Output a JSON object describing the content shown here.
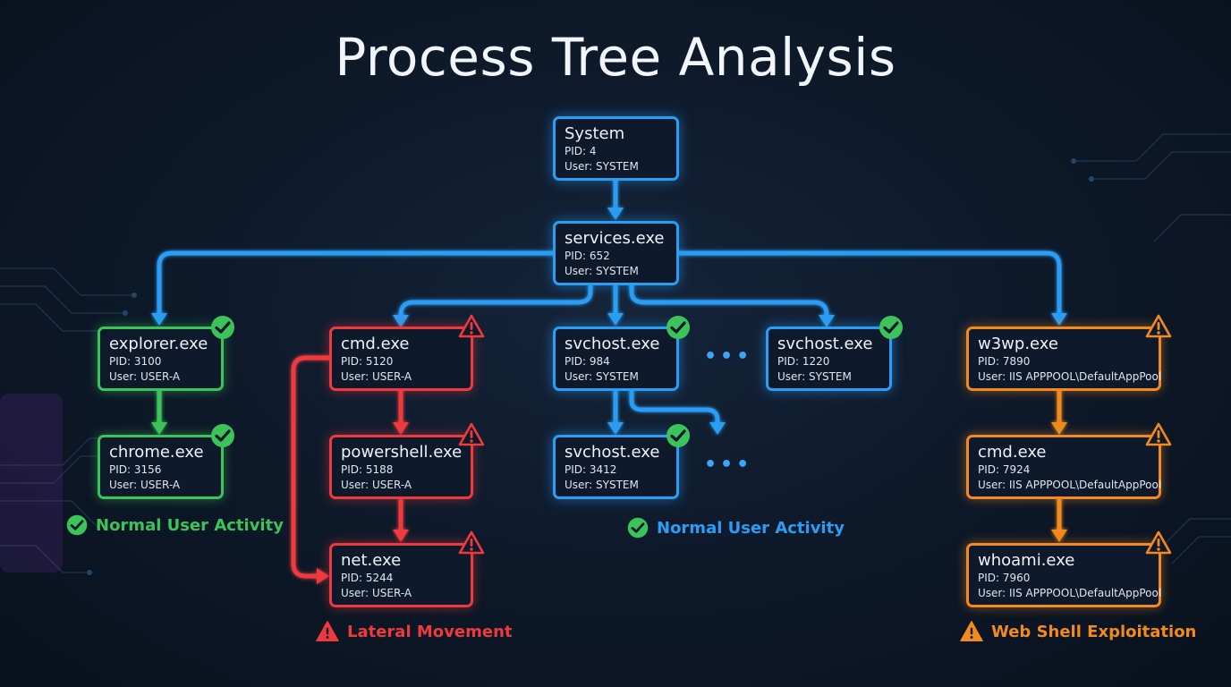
{
  "title": "Process Tree Analysis",
  "colors": {
    "normal": "#3cc45a",
    "system": "#2a9df4",
    "lateral": "#ef3a3d",
    "webshell": "#f28a1f"
  },
  "nodes": {
    "system": {
      "name": "System",
      "pid": "PID: 4",
      "user": "User: SYSTEM"
    },
    "services": {
      "name": "services.exe",
      "pid": "PID: 652",
      "user": "User: SYSTEM"
    },
    "explorer": {
      "name": "explorer.exe",
      "pid": "PID: 3100",
      "user": "User: USER-A",
      "status_icon": "check-icon"
    },
    "chrome": {
      "name": "chrome.exe",
      "pid": "PID: 3156",
      "user": "User: USER-A",
      "status_icon": "check-icon"
    },
    "cmd_a": {
      "name": "cmd.exe",
      "pid": "PID: 5120",
      "user": "User: USER-A",
      "status_icon": "warning-icon"
    },
    "powershell": {
      "name": "powershell.exe",
      "pid": "PID: 5188",
      "user": "User: USER-A",
      "status_icon": "warning-icon"
    },
    "net": {
      "name": "net.exe",
      "pid": "PID: 5244",
      "user": "User: USER-A",
      "status_icon": "warning-icon"
    },
    "svchost_984": {
      "name": "svchost.exe",
      "pid": "PID: 984",
      "user": "User: SYSTEM",
      "status_icon": "check-icon"
    },
    "svchost_3412": {
      "name": "svchost.exe",
      "pid": "PID: 3412",
      "user": "User: SYSTEM",
      "status_icon": "check-icon"
    },
    "svchost_1220": {
      "name": "svchost.exe",
      "pid": "PID: 1220",
      "user": "User: SYSTEM",
      "status_icon": "check-icon"
    },
    "w3wp": {
      "name": "w3wp.exe",
      "pid": "PID: 7890",
      "user": "User: IIS APPPOOL\\DefaultAppPool",
      "status_icon": "warning-icon"
    },
    "cmd_iis": {
      "name": "cmd.exe",
      "pid": "PID: 7924",
      "user": "User: IIS APPPOOL\\DefaultAppPool",
      "status_icon": "warning-icon"
    },
    "whoami": {
      "name": "whoami.exe",
      "pid": "PID: 7960",
      "user": "User: IIS APPPOOL\\DefaultAppPool",
      "status_icon": "warning-icon"
    }
  },
  "ellipsis": {
    "top": "•••",
    "bottom": "•••"
  },
  "legends": {
    "normal_left": {
      "label": "Normal User Activity",
      "icon": "check-icon"
    },
    "normal_mid": {
      "label": "Normal User Activity",
      "icon": "check-icon"
    },
    "lateral": {
      "label": "Lateral Movement",
      "icon": "warning-icon"
    },
    "webshell": {
      "label": "Web Shell Exploitation",
      "icon": "warning-icon"
    }
  }
}
